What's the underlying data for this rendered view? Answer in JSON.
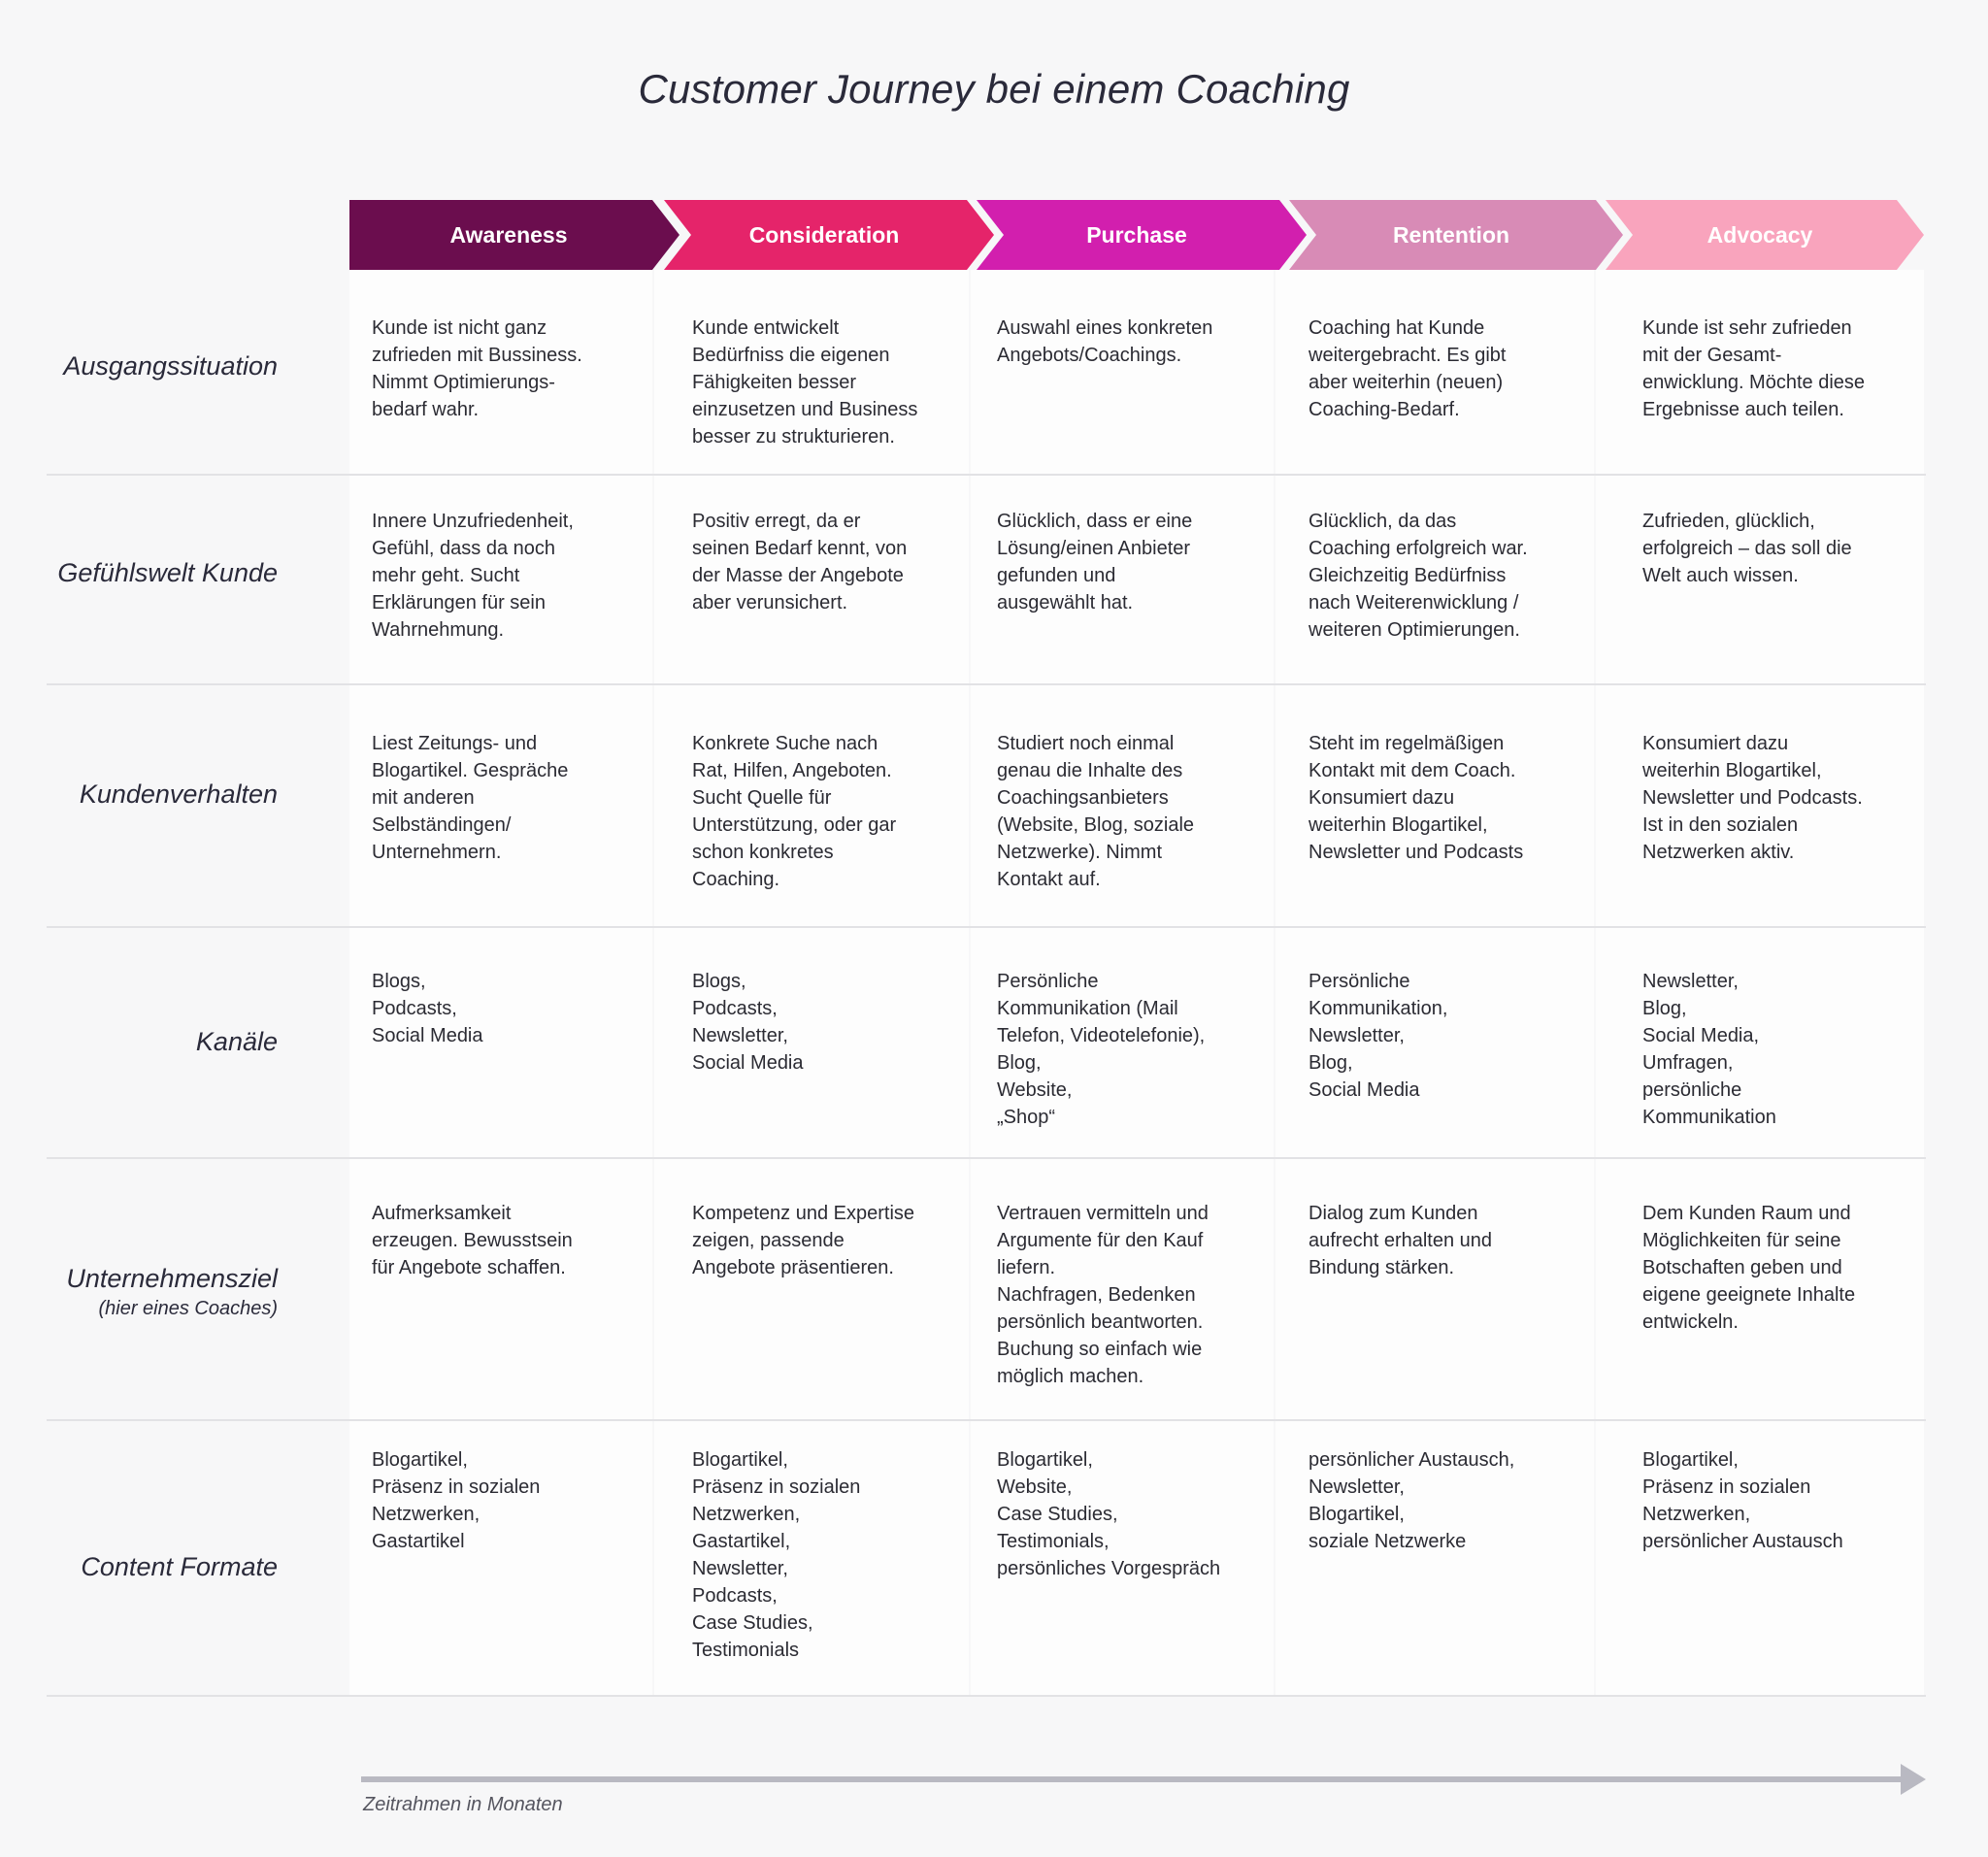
{
  "title": "Customer Journey bei einem Coaching",
  "phases": [
    {
      "label": "Awareness",
      "color": "#6b0d4e"
    },
    {
      "label": "Consideration",
      "color": "#e5246a"
    },
    {
      "label": "Purchase",
      "color": "#d21fae"
    },
    {
      "label": "Rentention",
      "color": "#d88bb6"
    },
    {
      "label": "Advocacy",
      "color": "#f9a4bd"
    }
  ],
  "rows": [
    {
      "label": "Ausgangssituation",
      "sublabel": "",
      "cells": [
        "Kunde ist nicht ganz\nzufrieden mit Bussiness.\nNimmt Optimierungs-\nbedarf wahr.",
        "Kunde entwickelt\nBedürfniss die eigenen\nFähigkeiten besser\neinzusetzen und Business\nbesser zu strukturieren.",
        "Auswahl eines konkreten\nAngebots/Coachings.",
        "Coaching hat Kunde\nweitergebracht. Es gibt\naber weiterhin (neuen)\nCoaching-Bedarf.",
        "Kunde ist sehr zufrieden\nmit der Gesamt-\nenwicklung. Möchte diese\nErgebnisse auch teilen."
      ]
    },
    {
      "label": "Gefühlswelt Kunde",
      "sublabel": "",
      "cells": [
        "Innere Unzufriedenheit,\nGefühl, dass da noch\nmehr geht.  Sucht\nErklärungen für sein\nWahrnehmung.",
        "Positiv erregt, da er\nseinen Bedarf kennt, von\nder Masse der Angebote\naber verunsichert.",
        "Glücklich, dass er eine\nLösung/einen Anbieter\ngefunden und\nausgewählt hat.",
        "Glücklich, da das\nCoaching erfolgreich war.\nGleichzeitig Bedürfniss\nnach Weiterenwicklung /\nweiteren Optimierungen.",
        "Zufrieden, glücklich,\nerfolgreich – das soll die\nWelt auch wissen."
      ]
    },
    {
      "label": "Kundenverhalten",
      "sublabel": "",
      "cells": [
        "Liest Zeitungs- und\nBlogartikel. Gespräche\nmit anderen\nSelbständingen/\nUnternehmern.",
        "Konkrete Suche  nach\nRat, Hilfen, Angeboten.\nSucht Quelle für\nUnterstützung, oder gar\nschon konkretes\nCoaching.",
        "Studiert noch einmal\ngenau die Inhalte des\nCoachingsanbieters\n(Website, Blog, soziale\nNetzwerke). Nimmt\nKontakt auf.",
        "Steht im regelmäßigen\nKontakt mit dem Coach.\nKonsumiert dazu\nweiterhin Blogartikel,\nNewsletter und Podcasts",
        "Konsumiert dazu\nweiterhin Blogartikel,\nNewsletter und Podcasts.\nIst in den sozialen\nNetzwerken aktiv."
      ]
    },
    {
      "label": "Kanäle",
      "sublabel": "",
      "cells": [
        "Blogs,\nPodcasts,\nSocial Media",
        "Blogs,\nPodcasts,\nNewsletter,\nSocial Media",
        "Persönliche\nKommunikation (Mail\nTelefon, Videotelefonie),\nBlog,\nWebsite,\n„Shop“",
        "Persönliche\nKommunikation,\nNewsletter,\nBlog,\nSocial Media",
        "Newsletter,\nBlog,\nSocial Media,\nUmfragen,\npersönliche\nKommunikation"
      ]
    },
    {
      "label": "Unternehmensziel",
      "sublabel": "(hier eines Coaches)",
      "cells": [
        "Aufmerksamkeit\nerzeugen. Bewusstsein\nfür Angebote schaffen.",
        "Kompetenz und Expertise\nzeigen, passende\nAngebote präsentieren.",
        "Vertrauen vermitteln und\nArgumente für den Kauf\nliefern.\nNachfragen, Bedenken\npersönlich beantworten.\nBuchung so einfach wie\nmöglich machen.",
        "Dialog zum Kunden\naufrecht erhalten und\nBindung stärken.",
        "Dem Kunden Raum und\nMöglichkeiten für seine\nBotschaften geben und\neigene geeignete Inhalte\nentwickeln."
      ]
    },
    {
      "label": "Content Formate",
      "sublabel": "",
      "cells": [
        "Blogartikel,\nPräsenz in sozialen\nNetzwerken,\nGastartikel",
        "Blogartikel,\nPräsenz in sozialen\nNetzwerken,\nGastartikel,\nNewsletter,\nPodcasts,\nCase Studies,\nTestimonials",
        "Blogartikel,\nWebsite,\nCase Studies,\nTestimonials,\npersönliches Vorgespräch",
        "persönlicher Austausch,\nNewsletter,\nBlogartikel,\nsoziale Netzwerke",
        "Blogartikel,\nPräsenz in sozialen\nNetzwerken,\npersönlicher Austausch"
      ]
    }
  ],
  "timeline": {
    "label": "Zeitrahmen in Monaten"
  }
}
